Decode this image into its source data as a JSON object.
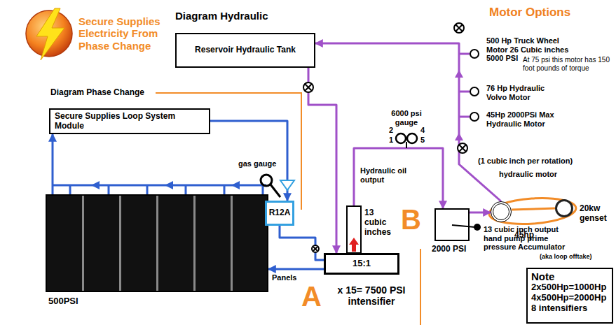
{
  "diagram": {
    "title": "Secure Supplies Electricity From Phase Change",
    "nodes": [
      {
        "text": [
          "Secure Supplies Loop System Module"
        ]
      },
      {
        "text": [
          "500PSI"
        ]
      },
      {
        "text": [
          "R12A"
        ]
      },
      {
        "text": [
          "Reservoir Hydraulic Tank"
        ]
      },
      {
        "text": [
          "15:1"
        ]
      },
      {
        "text": [
          "2000 PSI"
        ]
      },
      {
        "text": [
          "45hp"
        ]
      },
      {
        "text": [
          "20kw genset"
        ]
      },
      {
        "text": [
          "500 Hp Truck Wheel Motor 26 Cubic inches 5000 PSI",
          "At 75 psi this motor has 150 foot pounds of torque"
        ]
      },
      {
        "text": [
          "76 Hp Hydraulic Volvo Motor"
        ]
      },
      {
        "text": [
          "45Hp 2000PSi Max Hydraulic Motor"
        ]
      },
      {
        "text": [
          "Note",
          "2x500Hp=1000Hp",
          "4x500Hp=2000Hp",
          "8 intensifiers"
        ]
      }
    ],
    "edges": [
      {
        "from": 1,
        "to": 0,
        "arrow": "to"
      },
      {
        "from": 0,
        "to": 2,
        "arrow": "to"
      },
      {
        "from": 2,
        "to": 4,
        "arrow": "none"
      },
      {
        "from": 4,
        "to": 1,
        "arrow": "to"
      },
      {
        "from": 3,
        "to": 4,
        "arrow": "to"
      },
      {
        "from": 4,
        "to": 5,
        "arrow": "to"
      },
      {
        "from": 5,
        "to": 6,
        "arrow": "to"
      },
      {
        "from": 6,
        "to": 3,
        "arrow": "to"
      },
      {
        "from": 6,
        "to": 7,
        "arrow": "none"
      }
    ],
    "labels": [
      "Diagram Hydraulic",
      "Motor Options",
      "Diagram Phase Change",
      "gas gauge",
      "6000 psi gauge",
      "2",
      "1",
      "4",
      "5",
      "Hydraulic oil output",
      "13 cubic inches",
      "(1 cubic inch per rotation)",
      "hydraulic motor",
      "13 cubic inch output hand pump prime pressure Accumulator",
      "(aka loop offtake)",
      "Panels",
      "A",
      "x 15= 7500 PSI intensifier",
      "B"
    ]
  }
}
